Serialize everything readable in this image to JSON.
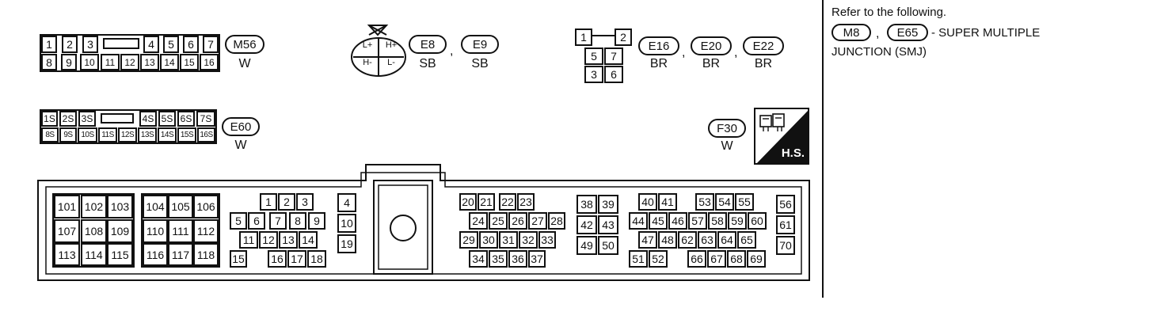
{
  "connectors": {
    "m56": {
      "id": "M56",
      "color": "W",
      "row1": [
        "1",
        "2",
        "3",
        "4",
        "5",
        "6",
        "7"
      ],
      "row2": [
        "8",
        "9",
        "10",
        "11",
        "12",
        "13",
        "14",
        "15",
        "16"
      ]
    },
    "e8_e9": {
      "ids": [
        "E8",
        "E9"
      ],
      "colors": [
        "SB",
        "SB"
      ],
      "pins": [
        "L+",
        "H+",
        "H-",
        "L-"
      ]
    },
    "e16_e20_e22": {
      "ids": [
        "E16",
        "E20",
        "E22"
      ],
      "colors": [
        "BR",
        "BR",
        "BR"
      ],
      "pins": [
        "1",
        "2",
        "5",
        "7",
        "3",
        "6"
      ]
    },
    "e60": {
      "id": "E60",
      "color": "W",
      "row1": [
        "1S",
        "2S",
        "3S",
        "4S",
        "5S",
        "6S",
        "7S"
      ],
      "row2": [
        "8S",
        "9S",
        "10S",
        "11S",
        "12S",
        "13S",
        "14S",
        "15S",
        "16S"
      ]
    },
    "f30": {
      "id": "F30",
      "color": "W",
      "badge": "H.S."
    },
    "ecm": {
      "block_a": [
        "101",
        "102",
        "103",
        "107",
        "108",
        "109",
        "113",
        "114",
        "115"
      ],
      "block_b": [
        "104",
        "105",
        "106",
        "110",
        "111",
        "112",
        "116",
        "117",
        "118"
      ],
      "block_c": [
        "1",
        "2",
        "3",
        "5",
        "6",
        "7",
        "8",
        "9",
        "11",
        "12",
        "13",
        "14",
        "15",
        "16",
        "17",
        "18"
      ],
      "block_d": [
        "4",
        "10",
        "19"
      ],
      "block_e": [
        "20",
        "21",
        "22",
        "23",
        "24",
        "25",
        "26",
        "27",
        "28",
        "29",
        "30",
        "31",
        "32",
        "33",
        "34",
        "35",
        "36",
        "37"
      ],
      "block_f": [
        "38",
        "39",
        "42",
        "43",
        "49",
        "50"
      ],
      "block_g": [
        "40",
        "41",
        "53",
        "54",
        "55",
        "44",
        "45",
        "46",
        "57",
        "58",
        "59",
        "60",
        "47",
        "48",
        "62",
        "63",
        "64",
        "65",
        "51",
        "52",
        "66",
        "67",
        "68",
        "69"
      ],
      "block_h": [
        "56",
        "61",
        "70"
      ]
    }
  },
  "note": {
    "line1": "Refer to the following.",
    "ref1": "M8",
    "sep": ",",
    "ref2": "E65",
    "line2_rest": "- SUPER MULTIPLE",
    "line3": "JUNCTION (SMJ)"
  }
}
